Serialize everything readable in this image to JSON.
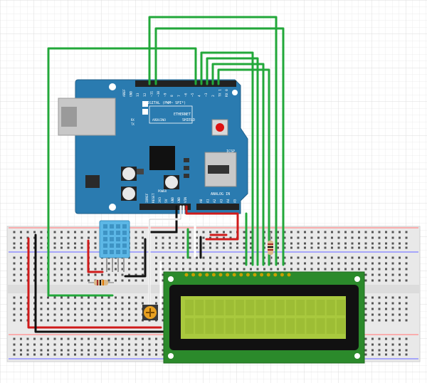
{
  "colors": {
    "grid": "#e3e3e3",
    "breadboard": "#e9e9e9",
    "breadboard_rail_red": "#d33",
    "breadboard_rail_blue": "#55f",
    "arduino": "#2a7bb0",
    "lcd_board": "#2b8a2b",
    "lcd_screen": "#a9c93e",
    "dht": "#5cb7e6",
    "wire_green": "#22a83a",
    "wire_red": "#d01b1b",
    "wire_black": "#111111",
    "wire_white": "#ffffff"
  },
  "arduino": {
    "top_labels": [
      "AREF",
      "GND",
      "13",
      "12",
      "~11",
      "~10",
      "~9",
      "8",
      "7",
      "~6",
      "~5",
      "4",
      "~3",
      "2",
      "TX 1",
      "RX 0"
    ],
    "digital_label": "DIGITAL (PWM~ SPI*)",
    "brand": "ARDUINO",
    "shield_title_1": "ETHERNET",
    "shield_title_2": "SHIELD",
    "bottom_labels": [
      "IOREF",
      "RESET",
      "3V3",
      "5V",
      "GND",
      "GND",
      "VIN"
    ],
    "analog_label": "ANALOG IN",
    "analog_labels": [
      "A0",
      "A1",
      "A2",
      "A3",
      "A4",
      "A5"
    ],
    "icsp_label": "ICSP",
    "power_label": "POWER",
    "rx_label": "RX",
    "tx_label": "TX"
  },
  "icons": {
    "reset_button": "reset-button-icon",
    "ethernet_jack": "rj45-jack-icon",
    "sd_slot": "microsd-slot-icon"
  }
}
